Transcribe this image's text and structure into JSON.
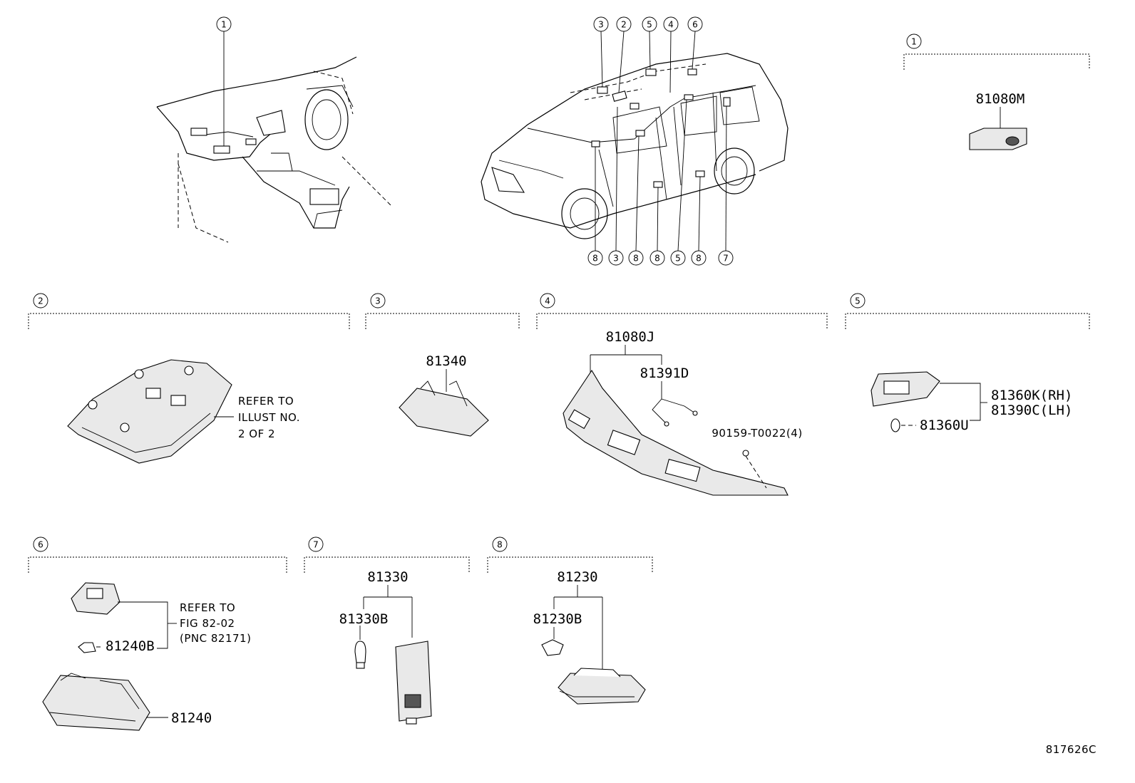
{
  "diagram_code": "817626C",
  "callouts": {
    "interior_view": [
      "1"
    ],
    "vehicle_top": [
      "3",
      "2",
      "5",
      "4",
      "6"
    ],
    "vehicle_bottom": [
      "8",
      "3",
      "8",
      "8",
      "5",
      "8",
      "7"
    ]
  },
  "sections": [
    {
      "num": "1",
      "parts": [
        "81080M"
      ]
    },
    {
      "num": "2",
      "parts": [],
      "note": [
        "REFER TO",
        "ILLUST NO.",
        "2 OF 2"
      ]
    },
    {
      "num": "3",
      "parts": [
        "81340"
      ]
    },
    {
      "num": "4",
      "parts": [
        "81080J",
        "81391D",
        "90159-T0022(4)"
      ]
    },
    {
      "num": "5",
      "parts": [
        "81360K(RH)",
        "81390C(LH)",
        "81360U"
      ]
    },
    {
      "num": "6",
      "parts": [
        "81240B",
        "81240"
      ],
      "note": [
        "REFER TO",
        "FIG 82-02",
        "(PNC 82171)"
      ]
    },
    {
      "num": "7",
      "parts": [
        "81330",
        "81330B"
      ]
    },
    {
      "num": "8",
      "parts": [
        "81230",
        "81230B"
      ]
    }
  ]
}
